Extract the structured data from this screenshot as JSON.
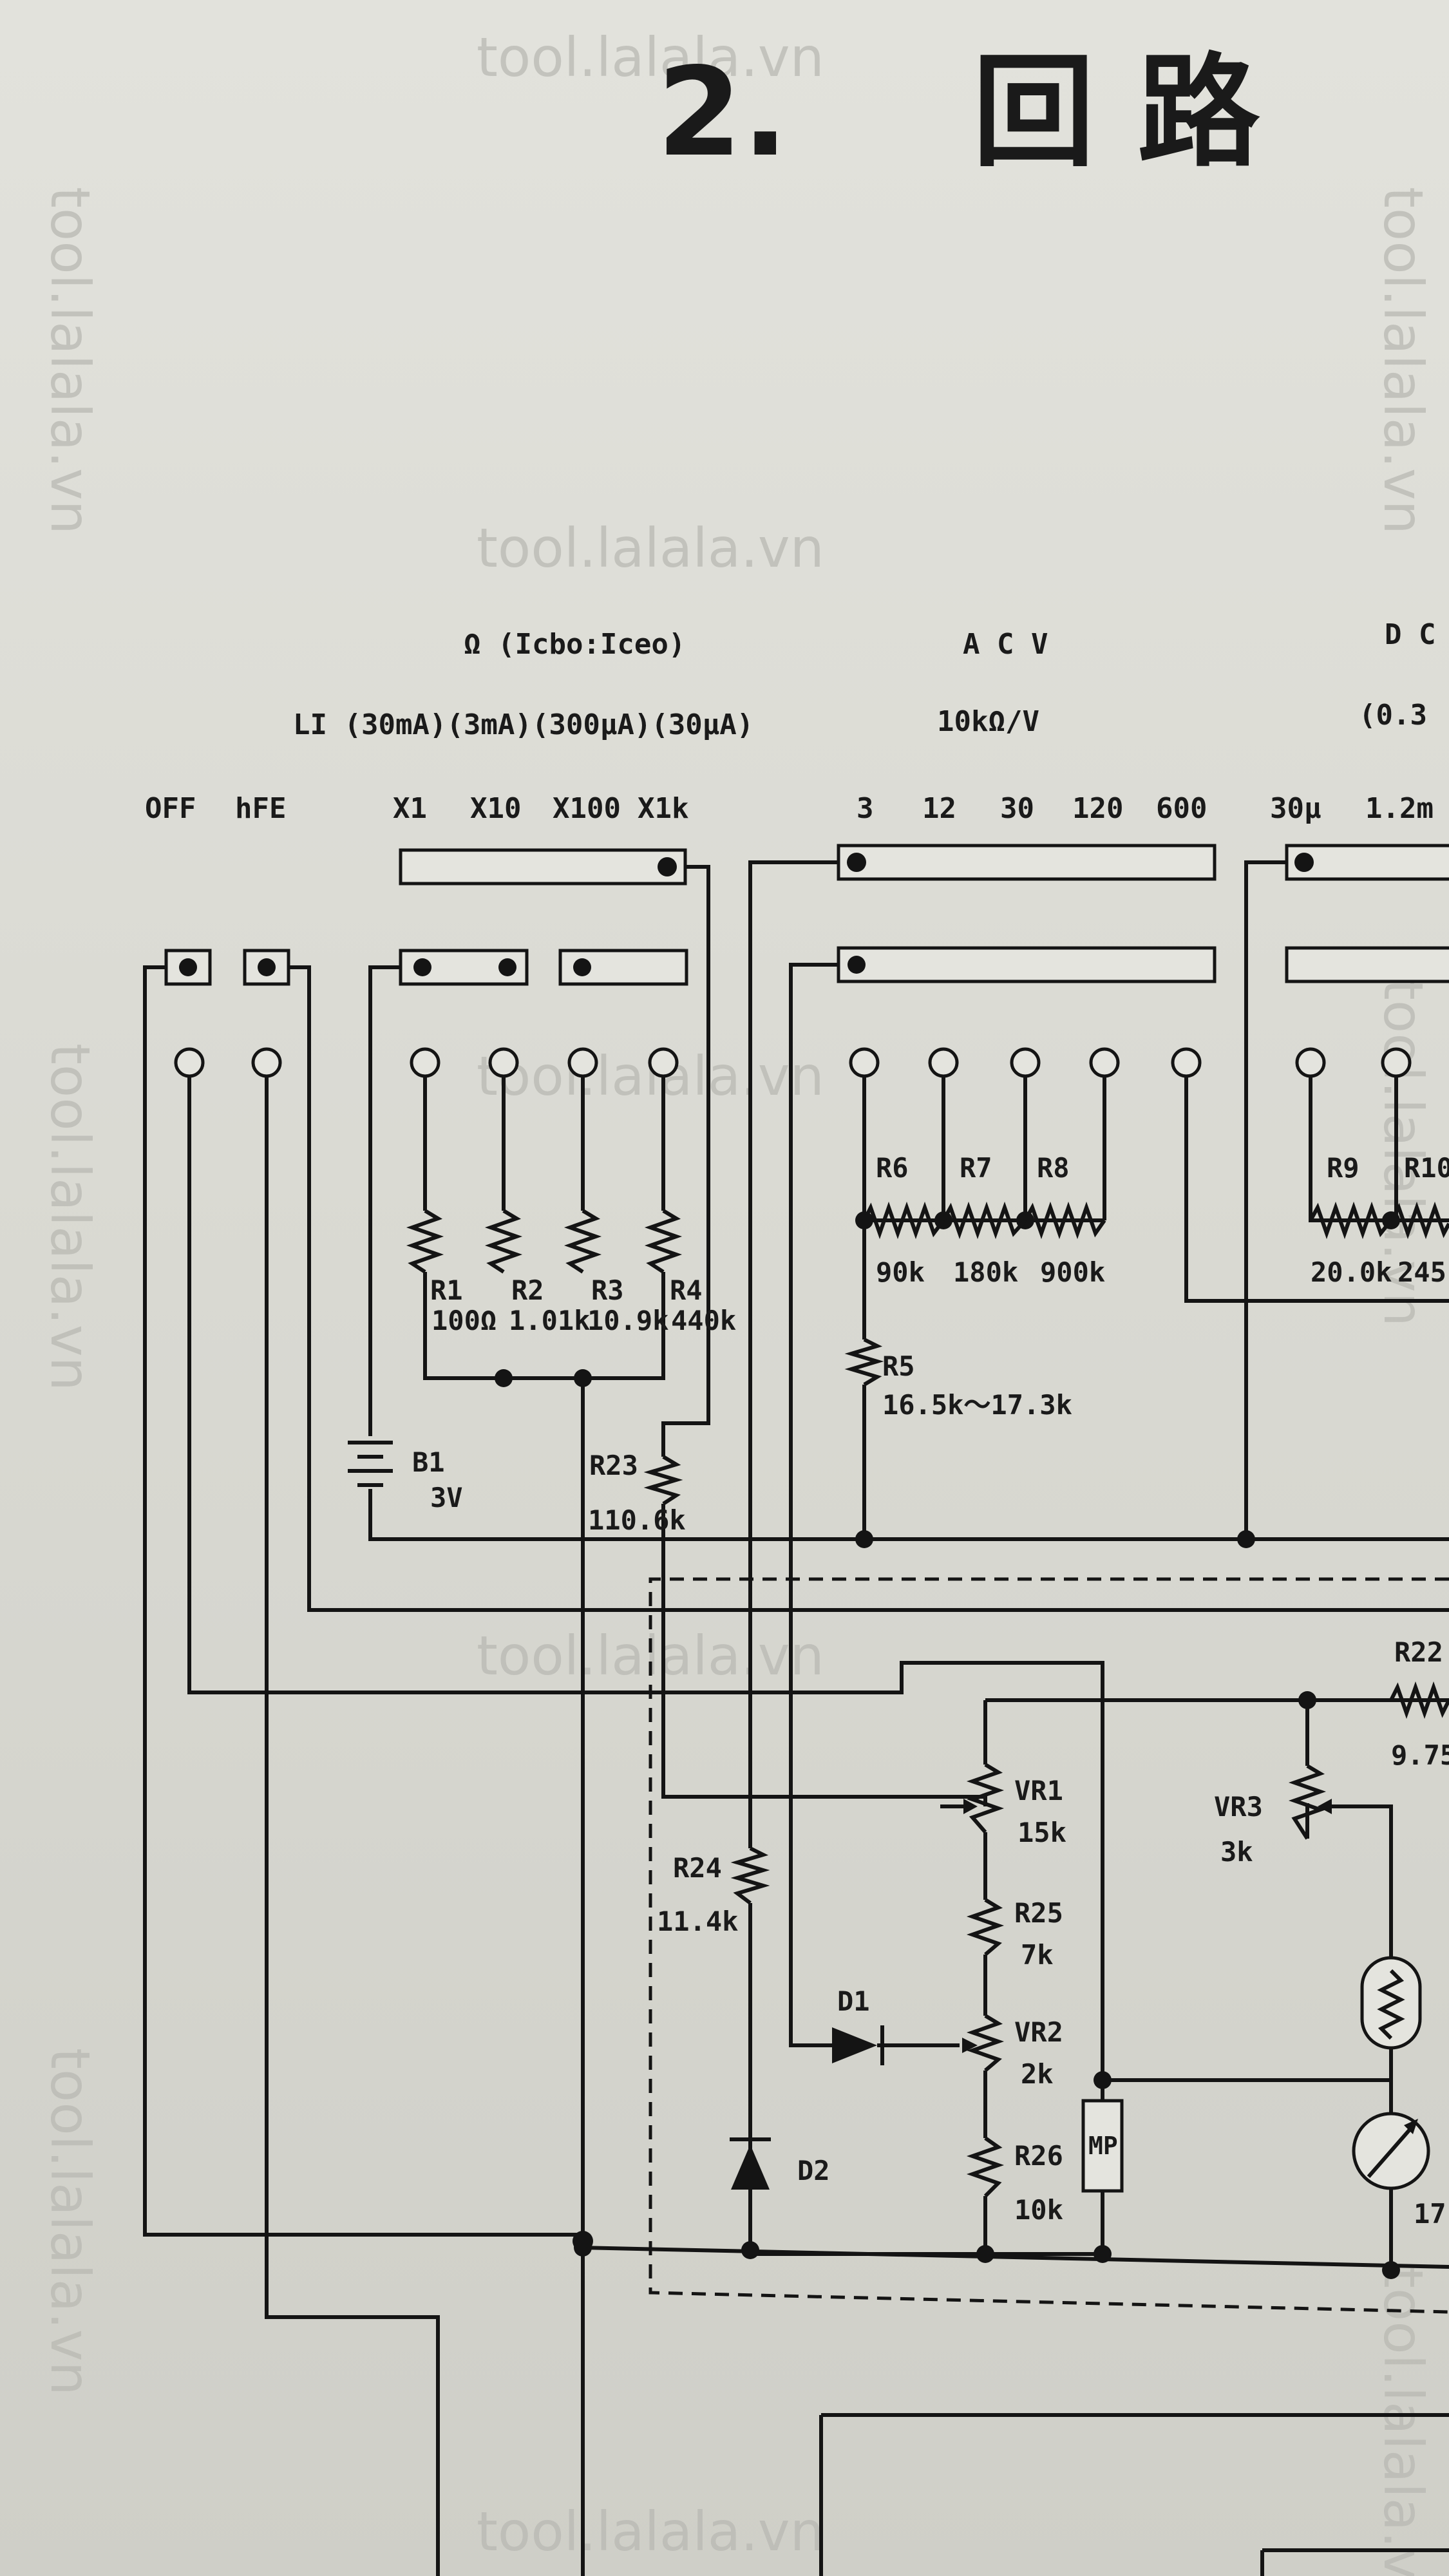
{
  "title": {
    "number": "2.",
    "text": "回 路"
  },
  "headers": {
    "ohm": "Ω (Icbo:Iceo)",
    "li": "LI (30mA)(3mA)(300μA)(30μA)",
    "acv": "A C V",
    "acv_sens": "10kΩ/V",
    "dc": "D C",
    "dc_range": "(0.3"
  },
  "range_labels": {
    "off": "OFF",
    "hfe": "hFE",
    "x1": "X1",
    "x10": "X10",
    "x100": "X100",
    "x1k": "X1k",
    "v3": "3",
    "v12": "12",
    "v30": "30",
    "v120": "120",
    "v600": "600",
    "a30u": "30μ",
    "a1_2m": "1.2m"
  },
  "components": {
    "r1": {
      "name": "R1",
      "value": "100Ω"
    },
    "r2": {
      "name": "R2",
      "value": "1.01k"
    },
    "r3": {
      "name": "R3",
      "value": "10.9k"
    },
    "r4": {
      "name": "R4",
      "value": "440k"
    },
    "b1": {
      "name": "B1",
      "value": "3V"
    },
    "r23": {
      "name": "R23",
      "value": "110.6k"
    },
    "r6": {
      "name": "R6",
      "value": "90k"
    },
    "r7": {
      "name": "R7",
      "value": "180k"
    },
    "r8": {
      "name": "R8",
      "value": "900k"
    },
    "r5": {
      "name": "R5",
      "value": "16.5k～17.3k"
    },
    "r9": {
      "name": "R9",
      "value": "20.0k"
    },
    "r10": {
      "name": "R10",
      "value": "245"
    },
    "r22": {
      "name": "R22",
      "value": "9.75"
    },
    "vr1": {
      "name": "VR1",
      "value": "15k"
    },
    "r25": {
      "name": "R25",
      "value": "7k"
    },
    "vr2": {
      "name": "VR2",
      "value": "2k"
    },
    "r26": {
      "name": "R26",
      "value": "10k"
    },
    "vr3": {
      "name": "VR3",
      "value": "3k"
    },
    "r24": {
      "name": "R24",
      "value": "11.4k"
    },
    "d1": {
      "name": "D1"
    },
    "d2": {
      "name": "D2"
    },
    "mp": {
      "name": "MP"
    },
    "meter": {
      "value": "17"
    }
  },
  "watermark": "tool.lalala.vn"
}
